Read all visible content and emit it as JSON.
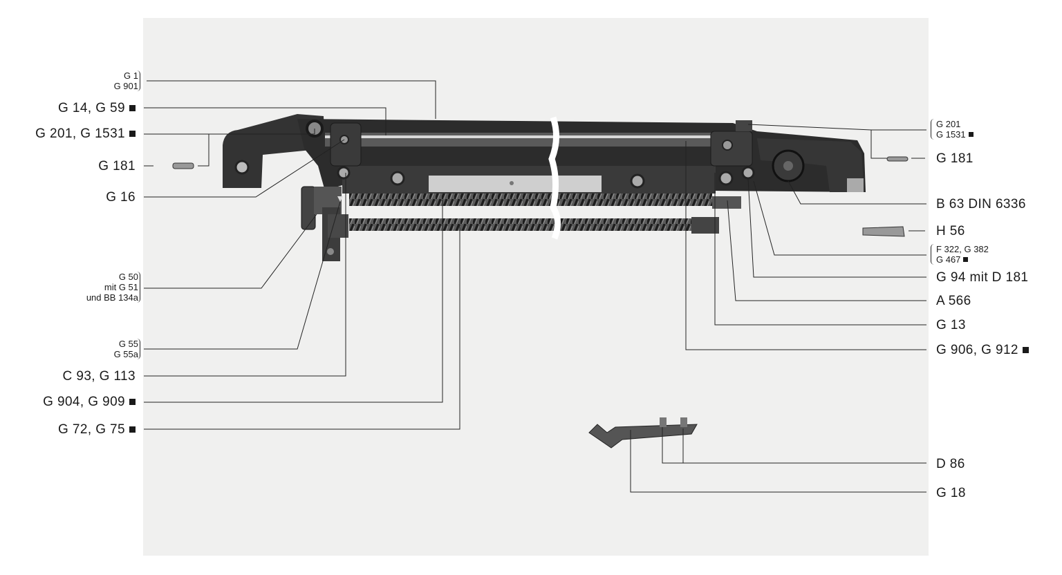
{
  "labels_left": {
    "g1": "G 1",
    "g901": "G 901",
    "g14_g59": "G 14, G 59",
    "g201_g1531": "G 201, G 1531",
    "g181": "G 181",
    "g16": "G 16",
    "g50": "G 50",
    "mit_g51": "mit G 51",
    "und_bb134a": "und BB 134a",
    "g55": "G 55",
    "g55a": "G 55a",
    "c93_g113": "C 93, G 113",
    "g904_g909": "G 904, G 909",
    "g72_g75": "G 72, G 75"
  },
  "labels_right": {
    "g201": "G 201",
    "g1531": "G 1531",
    "g181": "G 181",
    "b63": "B 63  DIN 6336",
    "h56": "H 56",
    "f322_g382": "F 322, G 382",
    "g467": "G 467",
    "g94": "G 94  mit  D 181",
    "a566": "A 566",
    "g13": "G 13",
    "g906_g912": "G 906, G 912",
    "d86": "D 86",
    "g18": "G 18"
  },
  "colors": {
    "metal_dark": "#2a2a2a",
    "metal_mid": "#4a4a4a",
    "photo_bg": "#f0f0ef",
    "leader": "#222222"
  }
}
